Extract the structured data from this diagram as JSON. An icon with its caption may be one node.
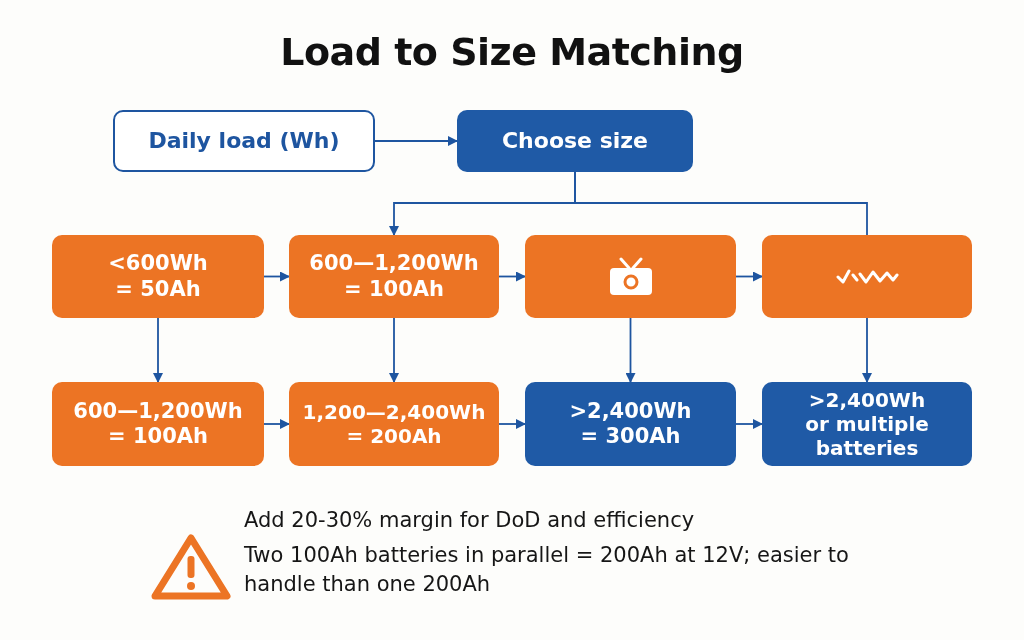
{
  "diagram": {
    "title": "Load to Size Matching",
    "nodes": [
      {
        "text": [
          "Daily load (Wh)"
        ]
      },
      {
        "text": [
          "Choose size"
        ]
      },
      {
        "text": [
          "<600Wh = 50Ah"
        ]
      },
      {
        "text": [
          "600—1,200Wh = 100Ah"
        ]
      },
      {
        "text": [],
        "shape": "box"
      },
      {
        "text": [],
        "shape": "box"
      },
      {
        "text": [
          "600—1,200Wh = 100Ah"
        ]
      },
      {
        "text": [
          "1,200—2,400Wh = 200Ah"
        ]
      },
      {
        "text": [
          ">2,400Wh = 300Ah"
        ]
      },
      {
        "text": [
          ">2,400Wh or multiple batteries"
        ]
      }
    ],
    "edges": [
      {
        "from": 0,
        "to": 1,
        "arrow": "to"
      },
      {
        "from": 1,
        "to": 3,
        "arrow": "to"
      },
      {
        "from": 1,
        "to": 5,
        "arrow": "none"
      },
      {
        "from": 2,
        "to": 3,
        "arrow": "to"
      },
      {
        "from": 3,
        "to": 4,
        "arrow": "to"
      },
      {
        "from": 4,
        "to": 5,
        "arrow": "to"
      },
      {
        "from": 2,
        "to": 6,
        "arrow": "to"
      },
      {
        "from": 3,
        "to": 7,
        "arrow": "to"
      },
      {
        "from": 4,
        "to": 8,
        "arrow": "to"
      },
      {
        "from": 5,
        "to": 9,
        "arrow": "to"
      },
      {
        "from": 6,
        "to": 7,
        "arrow": "to"
      },
      {
        "from": 7,
        "to": 8,
        "arrow": "to"
      },
      {
        "from": 8,
        "to": 9,
        "arrow": "to"
      }
    ],
    "labels": [
      "Add 20-30% margin for DoD and efficiency",
      "Two 100Ah batteries in parallel = 200Ah at 12V; easier to handle than one 200Ah"
    ]
  }
}
